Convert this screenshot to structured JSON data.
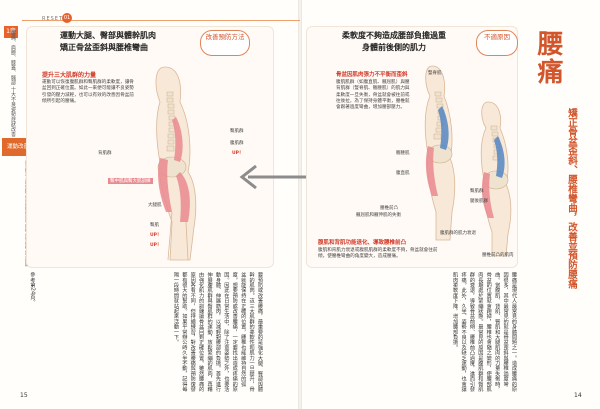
{
  "header": {
    "chapter_tab": "1章",
    "reset_label": "RESET",
    "section_num": "01"
  },
  "left_sidebar": {
    "vertical_text": "腰痛、肩膀、膝蓋、髖部 十大不良姿勢症狀改善",
    "pill": "運動改善",
    "toc_text": "自我檢測 姿勢診斷 造成疼痛的原因 腰痛 肩頸痠痛 膝蓋疼痛"
  },
  "left_page": {
    "title_line1": "運動大腿、臀部與體幹肌肉",
    "title_line2": "矯正骨盆歪斜與腰椎彎曲",
    "tag": "改善預防方法",
    "red_heading": "提升三大肌群的力量",
    "body_paragraph": "運動可以恢復腹肌群和臀肌群的柔軟度，讓骨盆回到正確位置。如此一來便可能讓不良姿勢引發的壓力減輕，也可以有效的改善因骨盆前傾所引起的腰痛。",
    "labels": {
      "l1": "臀肌群",
      "l2": "腹肌群",
      "l3": "背肌群",
      "l4": "大腿肌",
      "l5": "臀肌",
      "up1": "UP！",
      "up2": "UP！",
      "up3": "UP！",
      "center": "臀中肌與臀大肌訓練"
    },
    "column_text": "要預防或改善腰痛，最重要的是強化大腿、臀部與體幹的肌肉。這三大肌群的柔軟性和肌力一旦提升，骨盆就能保持在正確的位置，腰椎也能維持自然的弧度。想要預防或改善腰痛，一定要找出造成疼痛的原因。因此在日常生活中，除了注意姿勢之外，也要活動身體、伸展筋肉，以減輕對腰部的負擔。首先進行伸展腹肌群與臀肌群的運動，放鬆緊繃的肌肉，再藉由強化肌力的訓練讓骨盆回到正確位置。雖然腰痛的原因各有不同，但持續練習，對改善腰痛與預防復發都有很大的幫助。如果平常辦公時久坐不動，記得每隔一段時間就站起來活動一下。",
    "page_ref": "參考第24頁。",
    "page_number": "15"
  },
  "right_page": {
    "title_line1": "柔軟度不夠造成腰部負擔過重",
    "title_line2": "身體前後側的肌力",
    "tag": "不適原因",
    "red_heading1": "骨盆因肌肉張力不平衡而歪斜",
    "body1": "腹肌肌群（如腹直肌、髖屈肌）與腰背肌群（豎脊肌、髂腰肌）的肌力與柔軟度一旦失衡，骨盆就會被往前或往後拉，為了保持身體平衡，腰椎就會跟著過度彎曲，增加腰部壓力。",
    "red_heading2": "腹肌和背肌功能退化、導致腰椎前凸",
    "body2": "腹肌和背肌力衰退或腹肌肌群的柔軟度不夠，骨盆就會往前傾，使腰椎彎曲的角度變大，造成腰痛。",
    "labels": {
      "r1": "豎脊肌",
      "r2": "髂腰肌",
      "r3": "腹直肌",
      "r4": "臀肌群",
      "r5": "腿後肌群",
      "r6": "腰椎前凸",
      "r7": "髖屈肌和髖伸肌的失衡",
      "r8": "腹肌群的肌力衰退",
      "r9": "腰椎前凸的肌肉"
    },
    "big_title": "腰痛",
    "subtitle": "矯正骨盆歪斜、腰椎彎曲，改善並預防腰痛",
    "column_text": "腰痛是現代人最常見的身體問題之一。造成腰痛的原因很多，其中最常見的就是骨盆歪斜與腰椎過度彎曲。當腹肌、背肌、臀肌和大腿肌肉的力量失衡時，骨盆的位置就會跑掉，腰椎也會隨之變形，使腰部肌肉長期處於緊繃狀態。最常見的原因是腹肌群和臀肌群的衰退，導致骨盆前傾、腰椎前凸過度，進而引發疼痛。此外，久坐、姿勢不良以及缺乏運動，也會讓肌肉柔軟度下降，增加腰部負擔。",
    "page_number": "14"
  },
  "colors": {
    "accent_orange": "#e8622b",
    "heading_red": "#d23b2a",
    "muscle_pink": "#ea8a8f"
  }
}
